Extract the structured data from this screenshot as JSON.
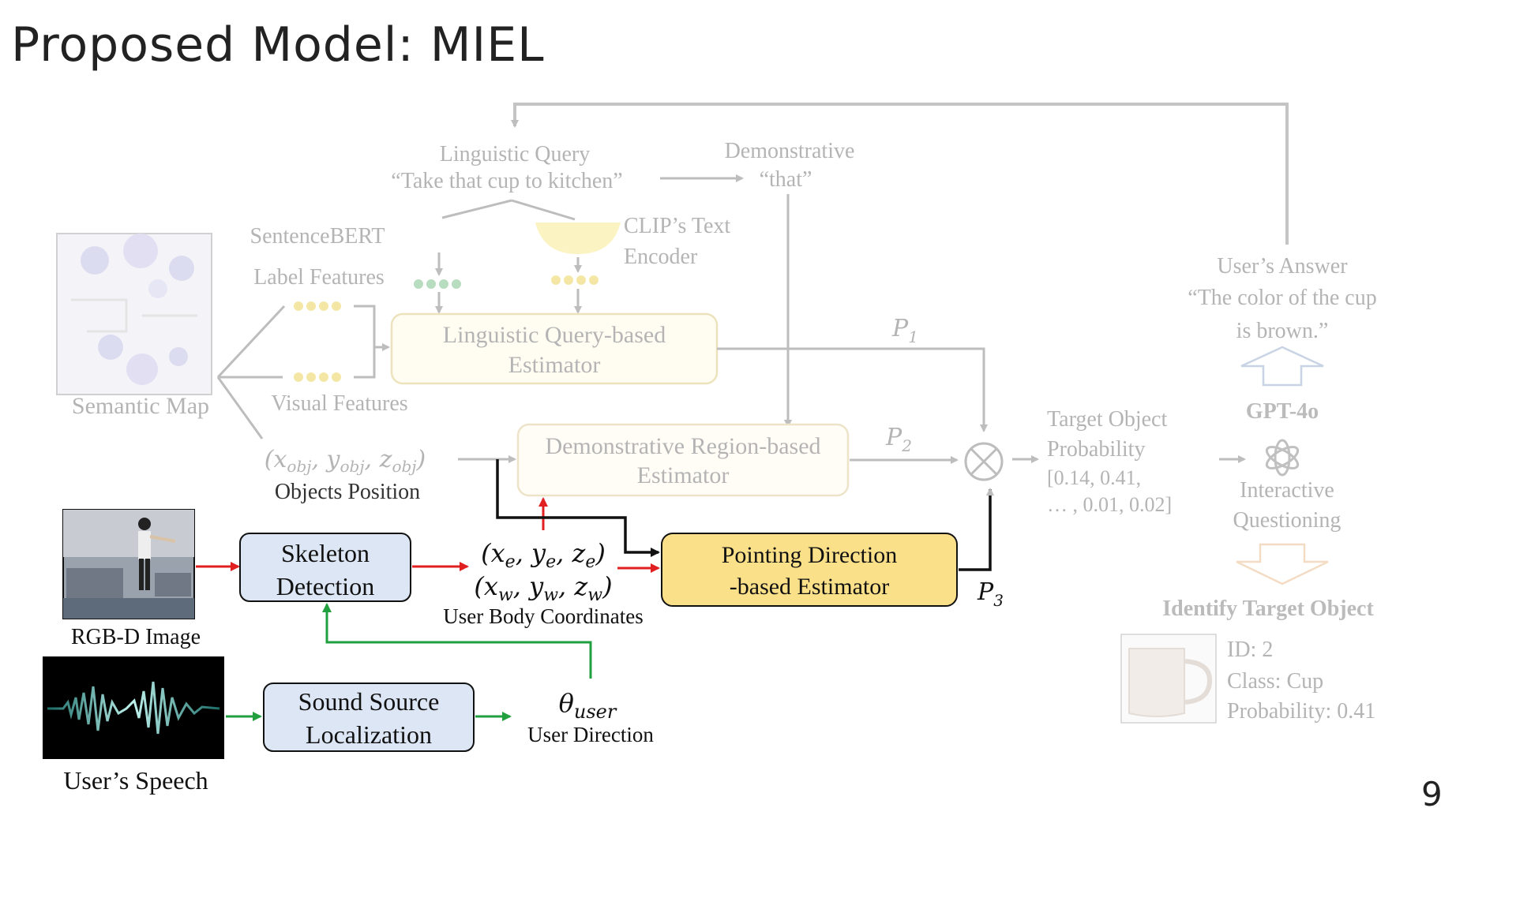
{
  "slide": {
    "title": "Proposed Model: MIEL",
    "page_number": "9"
  },
  "diagram": {
    "faded_section": {
      "linguistic_query_label": "Linguistic Query",
      "linguistic_query_text": "“Take that cup to kitchen”",
      "demonstrative_label": "Demonstrative",
      "demonstrative_text": "“that”",
      "sentencebert": "SentenceBERT",
      "label_features": "Label Features",
      "clip_text_1": "CLIP’s Text",
      "clip_text_2": "Encoder",
      "semantic_map": "Semantic Map",
      "visual_features": "Visual Features",
      "objects_position_math": "(xobj, yobj, zobj)",
      "objects_position": "Objects Position",
      "lq_estimator_1": "Linguistic Query-based",
      "lq_estimator_2": "Estimator",
      "dr_estimator_1": "Demonstrative Region-based",
      "dr_estimator_2": "Estimator",
      "p1": "P1",
      "p2": "P2",
      "target_prob_1": "Target Object",
      "target_prob_2": "Probability",
      "target_prob_3": "[0.14, 0.41,",
      "target_prob_4": "… , 0.01, 0.02]",
      "users_answer_1": "User’s Answer",
      "users_answer_2": "“The color of the cup",
      "users_answer_3": "is brown.”",
      "gpt_label": "GPT-4o",
      "interactive_1": "Interactive",
      "interactive_2": "Questioning",
      "identify_target": "Identify Target Object",
      "id_text": "ID: 2",
      "class_text": "Class: Cup",
      "prob_text": "Probability: 0.41"
    },
    "active_section": {
      "rgbd_label": "RGB-D Image",
      "speech_label": "User’s Speech",
      "skeleton_1": "Skeleton",
      "skeleton_2": "Detection",
      "ssl_1": "Sound Source",
      "ssl_2": "Localization",
      "elbow_coords": "(xe, ye, ze)",
      "wrist_coords": "(xw, yw, zw)",
      "body_coords_label": "User Body Coordinates",
      "theta_user": "θuser",
      "user_direction": "User Direction",
      "pd_estimator_1": "Pointing Direction",
      "pd_estimator_2": "-based Estimator",
      "p3": "P3"
    },
    "colors": {
      "red_arrow": "#e02020",
      "green_arrow": "#22a040",
      "skeleton_box": "#dce6f4",
      "pd_box": "#fbe08a",
      "faded": "#b4b4b4"
    }
  }
}
